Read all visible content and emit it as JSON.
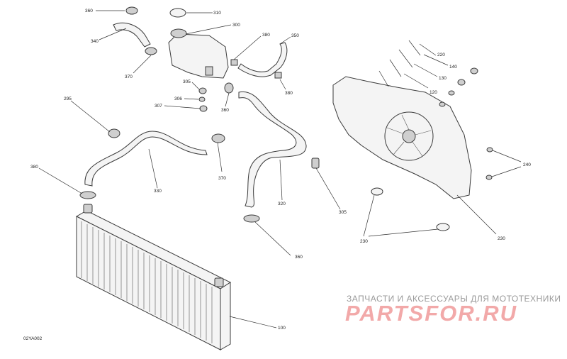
{
  "callouts": [
    {
      "id": "c360a",
      "text": "360"
    },
    {
      "id": "c310",
      "text": "310"
    },
    {
      "id": "c300",
      "text": "300"
    },
    {
      "id": "c340",
      "text": "340"
    },
    {
      "id": "c370a",
      "text": "370"
    },
    {
      "id": "c380a",
      "text": "380"
    },
    {
      "id": "c350",
      "text": "350"
    },
    {
      "id": "c380b",
      "text": "380"
    },
    {
      "id": "c305a",
      "text": "305"
    },
    {
      "id": "c306",
      "text": "306"
    },
    {
      "id": "c307",
      "text": "307"
    },
    {
      "id": "c360b",
      "text": "360"
    },
    {
      "id": "c295",
      "text": "295"
    },
    {
      "id": "c330",
      "text": "330"
    },
    {
      "id": "c370b",
      "text": "370"
    },
    {
      "id": "c320",
      "text": "320"
    },
    {
      "id": "c305b",
      "text": "305"
    },
    {
      "id": "c380c",
      "text": "380"
    },
    {
      "id": "c360c",
      "text": "360"
    },
    {
      "id": "c100",
      "text": "100"
    },
    {
      "id": "c220",
      "text": "220"
    },
    {
      "id": "c140",
      "text": "140"
    },
    {
      "id": "c130",
      "text": "130"
    },
    {
      "id": "c120",
      "text": "120"
    },
    {
      "id": "c240",
      "text": "240"
    },
    {
      "id": "c230a",
      "text": "230"
    },
    {
      "id": "c230b",
      "text": "230"
    }
  ],
  "drawing_code": "02YA002",
  "watermark": {
    "tagline": "ЗАПЧАСТИ И АКСЕССУАРЫ ДЛЯ МОТОТЕХНИКИ",
    "logo": "PARTSFOR.RU"
  }
}
